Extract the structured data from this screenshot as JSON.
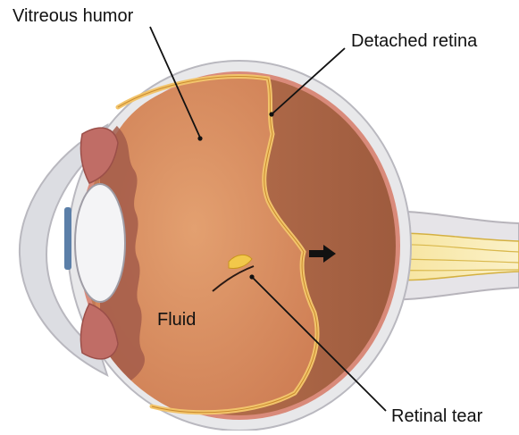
{
  "labels": {
    "vitreous_humor": "Vitreous humor",
    "detached_retina": "Detached retina",
    "fluid": "Fluid",
    "retinal_tear": "Retinal tear"
  },
  "colors": {
    "sclera": "#e8e8ea",
    "choroid": "#d9897a",
    "vitreous": "#d98a5c",
    "fluid_chamber": "#b06b4a",
    "retina": "#f2c46b",
    "lens": "#f2f2f4",
    "iris": "#5b7fa8",
    "ciliary": "#c06d66",
    "optic_nerve": "#f0d26a",
    "leader_line": "#111111"
  }
}
